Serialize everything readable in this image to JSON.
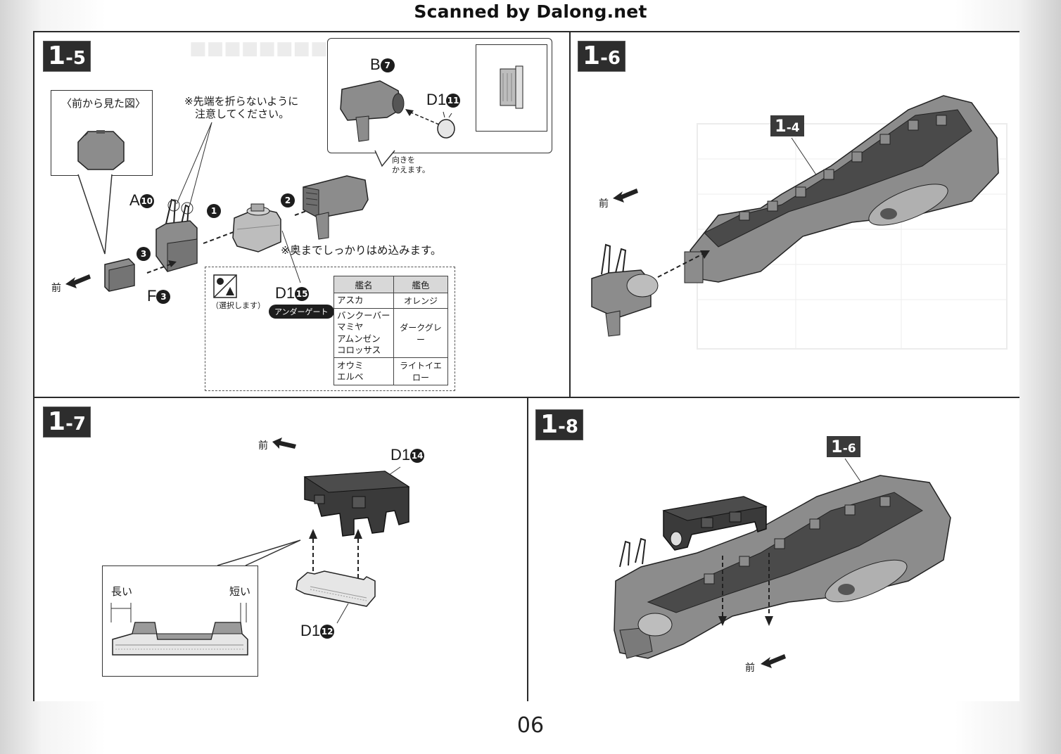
{
  "header": {
    "scan_credit": "Scanned by Dalong.net"
  },
  "footer": {
    "page_number": "06"
  },
  "step_1_5": {
    "step_main": "1",
    "step_sub": "-5",
    "front_view_title": "〈前から見た図〉",
    "note_tip_line1": "※先端を折らないように",
    "note_tip_line2": "注意してください。",
    "part_b": "B",
    "part_b_num": "7",
    "part_d1_top": "D1",
    "part_d1_top_num": "11",
    "orientation_note_line1": "向きを",
    "orientation_note_line2": "かえます。",
    "part_a": "A",
    "part_a_num": "10",
    "part_f": "F",
    "part_f_num": "3",
    "front_label": "前",
    "order_1": "1",
    "order_2": "2",
    "order_3": "3",
    "press_note": "※奥までしっかりはめ込みます。",
    "select_label": "（選択します）",
    "part_d1_select": "D1",
    "part_d1_select_num": "15",
    "undergate": "アンダーゲート",
    "table_header_ship": "艦名",
    "table_header_color": "艦色",
    "table_rows": [
      {
        "ships": [
          "アスカ"
        ],
        "color": "オレンジ"
      },
      {
        "ships": [
          "バンクーバー",
          "マミヤ",
          "アムンゼン",
          "コロッサス"
        ],
        "color": "ダークグレー"
      },
      {
        "ships": [
          "オウミ",
          "エルベ"
        ],
        "color": "ライトイエロー"
      }
    ]
  },
  "step_1_6": {
    "step_main": "1",
    "step_sub": "-6",
    "ref_main": "1",
    "ref_sub": "-4",
    "front_label": "前"
  },
  "step_1_7": {
    "step_main": "1",
    "step_sub": "-7",
    "front_label": "前",
    "part_d1_upper": "D1",
    "part_d1_upper_num": "14",
    "part_d1_lower": "D1",
    "part_d1_lower_num": "12",
    "long_label": "長い",
    "short_label": "短い"
  },
  "step_1_8": {
    "step_main": "1",
    "step_sub": "-8",
    "ref_main": "1",
    "ref_sub": "-6",
    "front_label": "前"
  },
  "colors": {
    "ink": "#1a1a1a",
    "part_gray": "#8c8c8c",
    "part_dark": "#3a3a3a",
    "part_light": "#bdbdbd",
    "clear_part": "#e6e6e6"
  }
}
